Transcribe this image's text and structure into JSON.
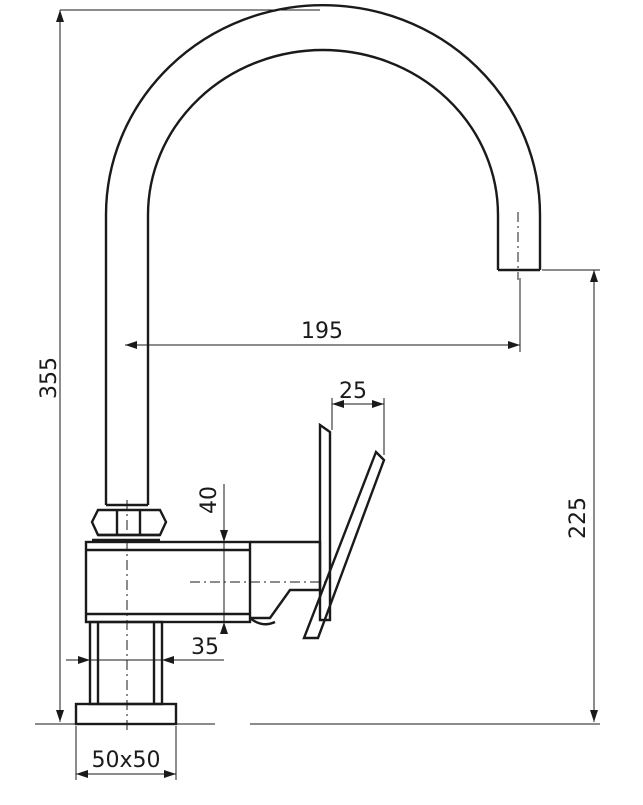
{
  "dimensions": {
    "total_height": "355",
    "spout_height": "225",
    "spout_reach": "195",
    "handle_width": "25",
    "body_height": "40",
    "stem_diameter": "35",
    "base_size": "50x50"
  },
  "colors": {
    "line": "#1a1a1a",
    "background": "#ffffff"
  }
}
